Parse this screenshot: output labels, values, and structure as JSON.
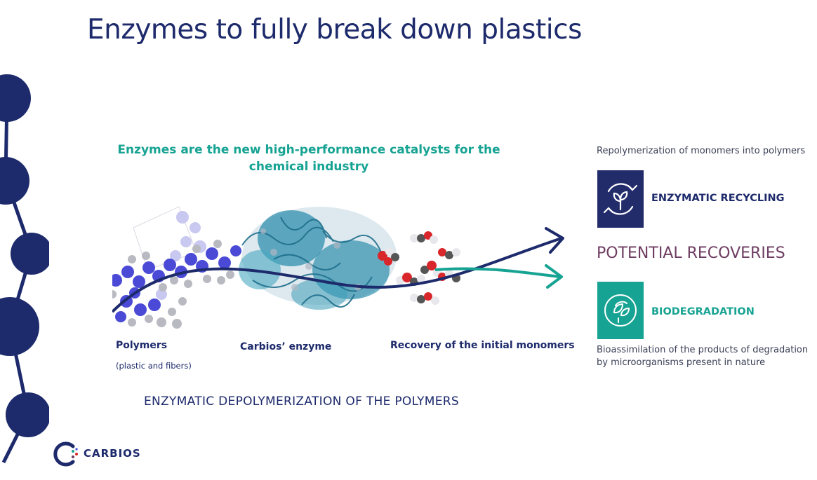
{
  "slide": {
    "title": "Enzymes to fully break down plastics",
    "tagline": "Enzymes are the new high-performance catalysts for the chemical industry",
    "stages": [
      {
        "label": "Polymers",
        "sublabel": "(plastic and fibers)"
      },
      {
        "label": "Carbios’ enzyme"
      },
      {
        "label": "Recovery of the initial monomers"
      }
    ],
    "process_caption": "ENZYMATIC DEPOLYMERIZATION OF THE POLYMERS",
    "recycling": {
      "description": "Repolymerization of monomers into polymers",
      "label": "ENZYMATIC RECYCLING",
      "icon": "recycle-leaf-icon"
    },
    "potential_recoveries": "POTENTIAL RECOVERIES",
    "biodegradation": {
      "label": "BIODEGRADATION",
      "description": "Bioassimilation of the products of degradation by microorganisms present in nature",
      "icon": "leaf-cycle-icon"
    },
    "logo": {
      "text": "CARBIOS",
      "icon": "carbios-logo-icon"
    }
  },
  "colors": {
    "navy": "#1d2a6b",
    "teal": "#17a393",
    "plum": "#6e3d62",
    "molecule_blue": "#4a4ad6",
    "molecule_grey": "#b9b9c2",
    "enzyme_teal": "#2f8fae",
    "monomer_red": "#d8262a"
  }
}
